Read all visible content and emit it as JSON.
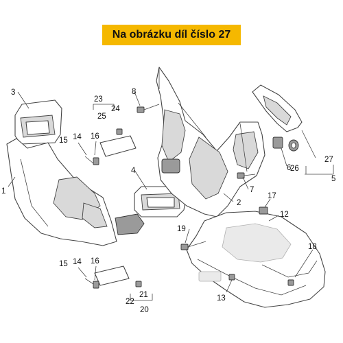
{
  "header": {
    "title": "Na obrázku díl číslo 27"
  },
  "callouts": [
    "1",
    "2",
    "3",
    "4",
    "5",
    "6",
    "7",
    "8",
    "12",
    "13",
    "14",
    "15",
    "16",
    "17",
    "18",
    "19",
    "20",
    "21",
    "22",
    "23",
    "24",
    "25",
    "26",
    "27"
  ]
}
